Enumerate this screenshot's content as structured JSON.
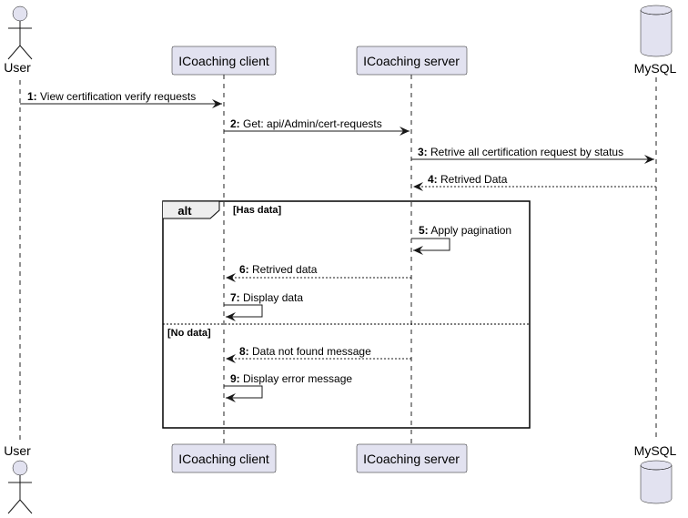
{
  "participants": {
    "user": "User",
    "client": "ICoaching client",
    "server": "ICoaching server",
    "db": "MySQL"
  },
  "messages": [
    {
      "num": "1:",
      "text": "View certification verify requests"
    },
    {
      "num": "2:",
      "text": "Get: api/Admin/cert-requests"
    },
    {
      "num": "3:",
      "text": "Retrive all certification request by status"
    },
    {
      "num": "4:",
      "text": "Retrived Data"
    },
    {
      "num": "5:",
      "text": "Apply pagination"
    },
    {
      "num": "6:",
      "text": "Retrived data"
    },
    {
      "num": "7:",
      "text": "Display data"
    },
    {
      "num": "8:",
      "text": "Data not found message"
    },
    {
      "num": "9:",
      "text": "Display error message"
    }
  ],
  "alt": {
    "label": "alt",
    "condition1": "[Has data]",
    "condition2": "[No data]"
  }
}
